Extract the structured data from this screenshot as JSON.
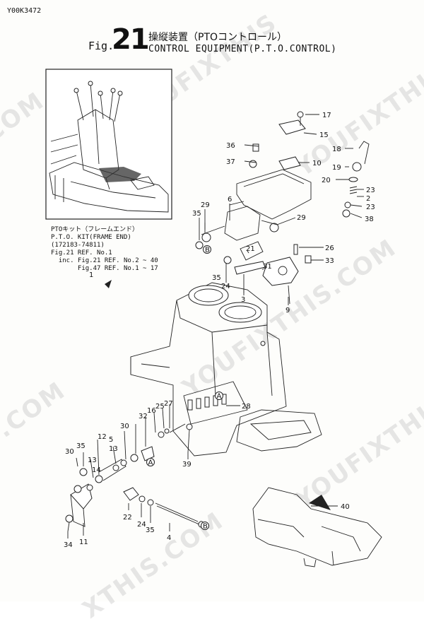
{
  "header": {
    "doc_code": "Y00K3472",
    "fig_prefix": "Fig.",
    "fig_number": "21",
    "title_ja": "操縦装置（PTOコントロール）",
    "title_en": "CONTROL EQUIPMENT(P.T.O.CONTROL)"
  },
  "kit_note": {
    "line1": "PTOキット（フレームエンド）",
    "line2": "P.T.O. KIT(FRAME END)",
    "line3": "(172183-74811)",
    "line4": "Fig.21 REF. No.1",
    "line5": "  inc. Fig.21 REF. No.2 ~ 40",
    "line6": "       Fig.47 REF. No.1 ~ 17"
  },
  "watermark": {
    "text": "YOUFIXTHIS.COM",
    "fragment1": ".COM",
    "fragment2": "YOUFIXTHIS",
    "fragment3": "XTHIS.COM"
  },
  "callouts": {
    "ref_A": "A",
    "ref_B": "B",
    "n1": "1",
    "n2": "2",
    "n3": "3",
    "n4": "4",
    "n5": "5",
    "n6": "6",
    "n9": "9",
    "n10": "10",
    "n11": "11",
    "n12": "12",
    "n13": "13",
    "n14": "14",
    "n15": "15",
    "n16": "16",
    "n17": "17",
    "n18": "18",
    "n19": "19",
    "n20": "20",
    "n21": "21",
    "n22": "22",
    "n23": "23",
    "n24": "24",
    "n25": "25",
    "n26": "26",
    "n27": "27",
    "n28": "28",
    "n29": "29",
    "n30": "30",
    "n31": "31",
    "n32": "32",
    "n33": "33",
    "n34": "34",
    "n35": "35",
    "n36": "36",
    "n37": "37",
    "n38": "38",
    "n39": "39",
    "n40": "40"
  }
}
